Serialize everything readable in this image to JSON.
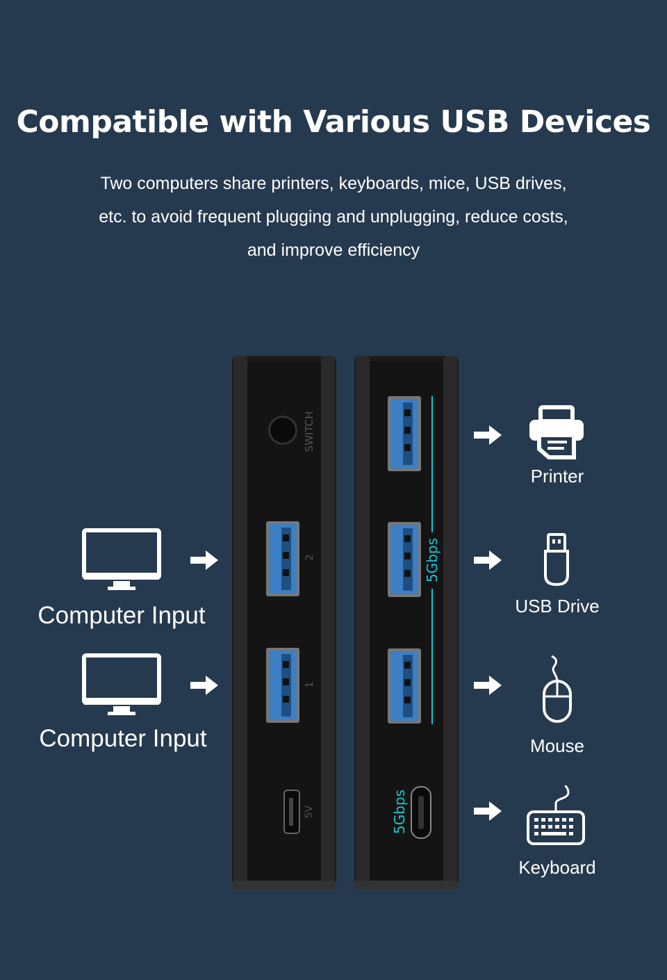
{
  "heading": "Compatible with Various USB Devices",
  "description": [
    "Two computers share printers, keyboards, mice, USB drives,",
    "etc. to avoid frequent plugging and unplugging, reduce costs,",
    "and improve efficiency"
  ],
  "inputs": [
    {
      "label": "Computer Input",
      "icon": "monitor-icon"
    },
    {
      "label": "Computer Input",
      "icon": "monitor-icon"
    }
  ],
  "outputs": [
    {
      "label": "Printer",
      "icon": "printer-icon"
    },
    {
      "label": "USB Drive",
      "icon": "usb-drive-icon"
    },
    {
      "label": "Mouse",
      "icon": "mouse-icon"
    },
    {
      "label": "Keyboard",
      "icon": "keyboard-icon"
    }
  ],
  "device_left": {
    "switch_label": "SWITCH",
    "port_2_label": "2",
    "port_1_label": "1",
    "power_label": "5V"
  },
  "device_right": {
    "speed_label": "5Gbps",
    "typec_speed_label": "5Gbps"
  },
  "colors": {
    "background": "#263a4f",
    "device_body": "#1a1a1a",
    "usb_port_blue": "#3d7fc4",
    "accent_cyan": "#19c5d4"
  }
}
